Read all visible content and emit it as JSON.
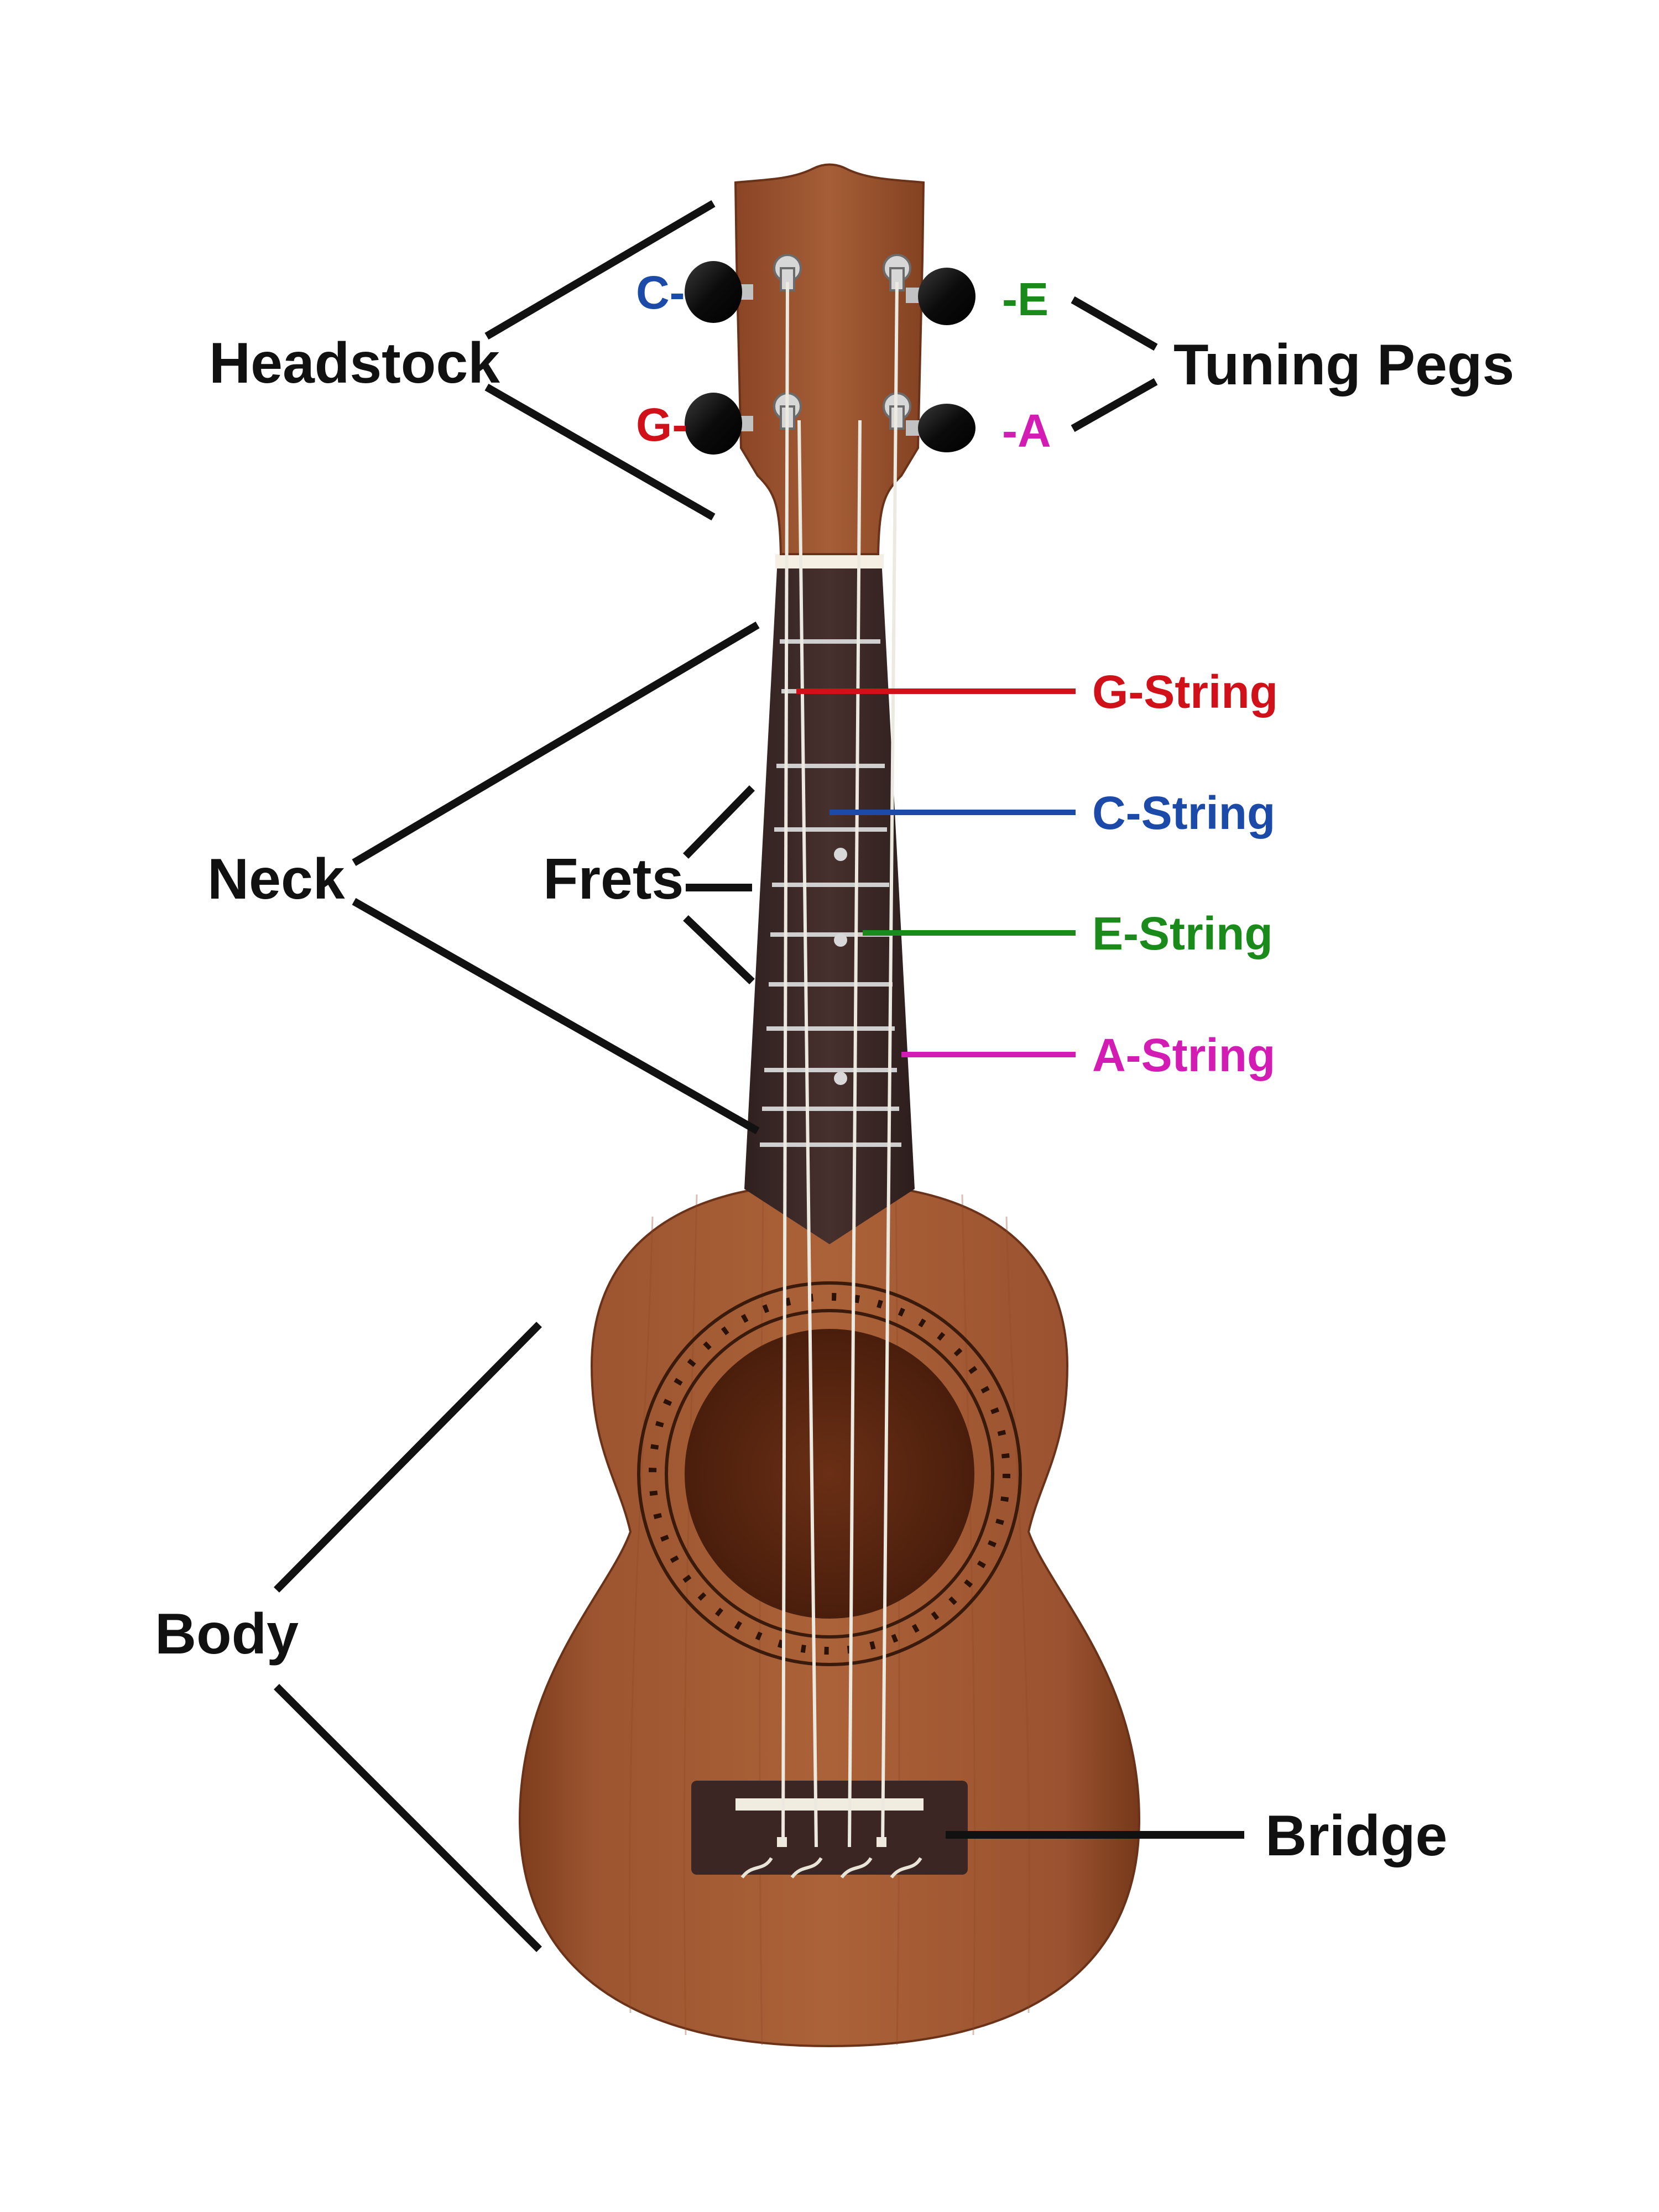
{
  "labels": {
    "headstock": "Headstock",
    "tuning_pegs": "Tuning Pegs",
    "neck": "Neck",
    "frets": "Frets",
    "body": "Body",
    "bridge": "Bridge"
  },
  "pegs": {
    "c": "C-",
    "g": "G-",
    "e": "-E",
    "a": "-A"
  },
  "strings": {
    "g": "G-String",
    "c": "C-String",
    "e": "E-String",
    "a": "A-String"
  },
  "colors": {
    "text": "#111111",
    "line": "#111111",
    "g_red": "#d0111a",
    "c_blue": "#1b4aa8",
    "e_green": "#1a8a1a",
    "a_magenta": "#d21cb4",
    "wood": "#a35a32",
    "wood_dark": "#7c3f1f",
    "fretboard": "#3c2a28"
  }
}
